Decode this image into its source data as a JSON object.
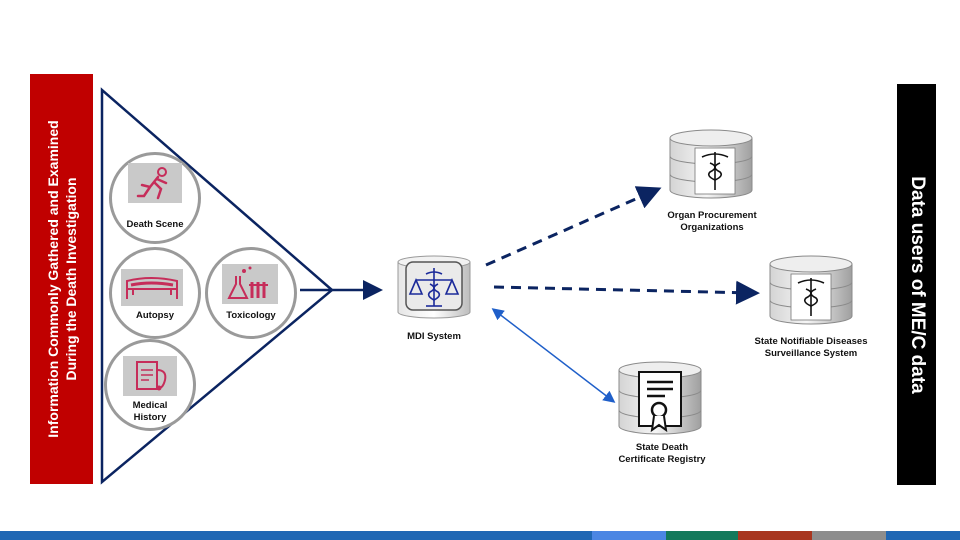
{
  "left_banner": {
    "line1": "Information  Commonly Gathered and Examined",
    "line2": "During the Death Investigation"
  },
  "right_banner": {
    "text": "Data users of ME/C data"
  },
  "sources": {
    "death_scene": "Death Scene",
    "autopsy": "Autopsy",
    "toxicology": "Toxicology",
    "medical_history": "Medical\nHistory"
  },
  "hub": {
    "label": "MDI System"
  },
  "users": {
    "opo": "Organ Procurement\nOrganizations",
    "ndss": "State Notifiable Diseases\nSurveillance System",
    "registry": "State Death\nCertificate Registry"
  },
  "colors": {
    "red": "#c00000",
    "navy": "#0b2461",
    "blue": "#1f5fc9",
    "pink": "#c62d5a"
  }
}
